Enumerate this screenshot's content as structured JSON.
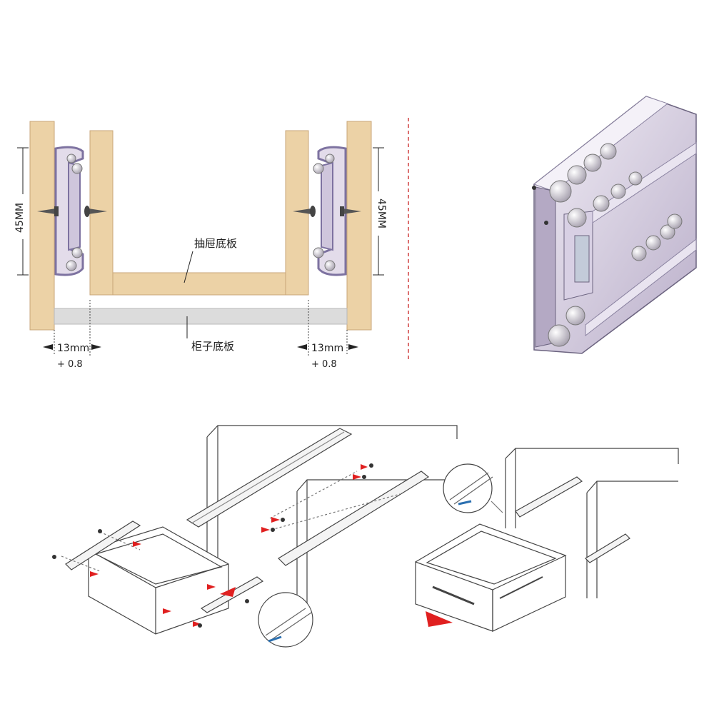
{
  "cross_section": {
    "height_label_left": "45MM",
    "height_label_right": "45MM",
    "drawer_bottom_label": "抽屉底板",
    "cabinet_bottom_label": "柜子底板",
    "gap_left": "13mm",
    "gap_left_tol": "+ 0.8",
    "gap_right": "13mm",
    "gap_right_tol": "+ 0.8"
  },
  "colors": {
    "wood": "#ecd2a6",
    "wood_edge": "#c8a678",
    "rail_purple": "#9a8fb8",
    "rail_light": "#e3dcea",
    "cabinet_floor": "#dcdcdc",
    "divider": "#d04040",
    "accent_red": "#e02020"
  },
  "icons": [
    "screw-icon",
    "ball-bearing-icon",
    "slide-rail-icon",
    "arrow-icon",
    "magnifier-callout-icon"
  ]
}
